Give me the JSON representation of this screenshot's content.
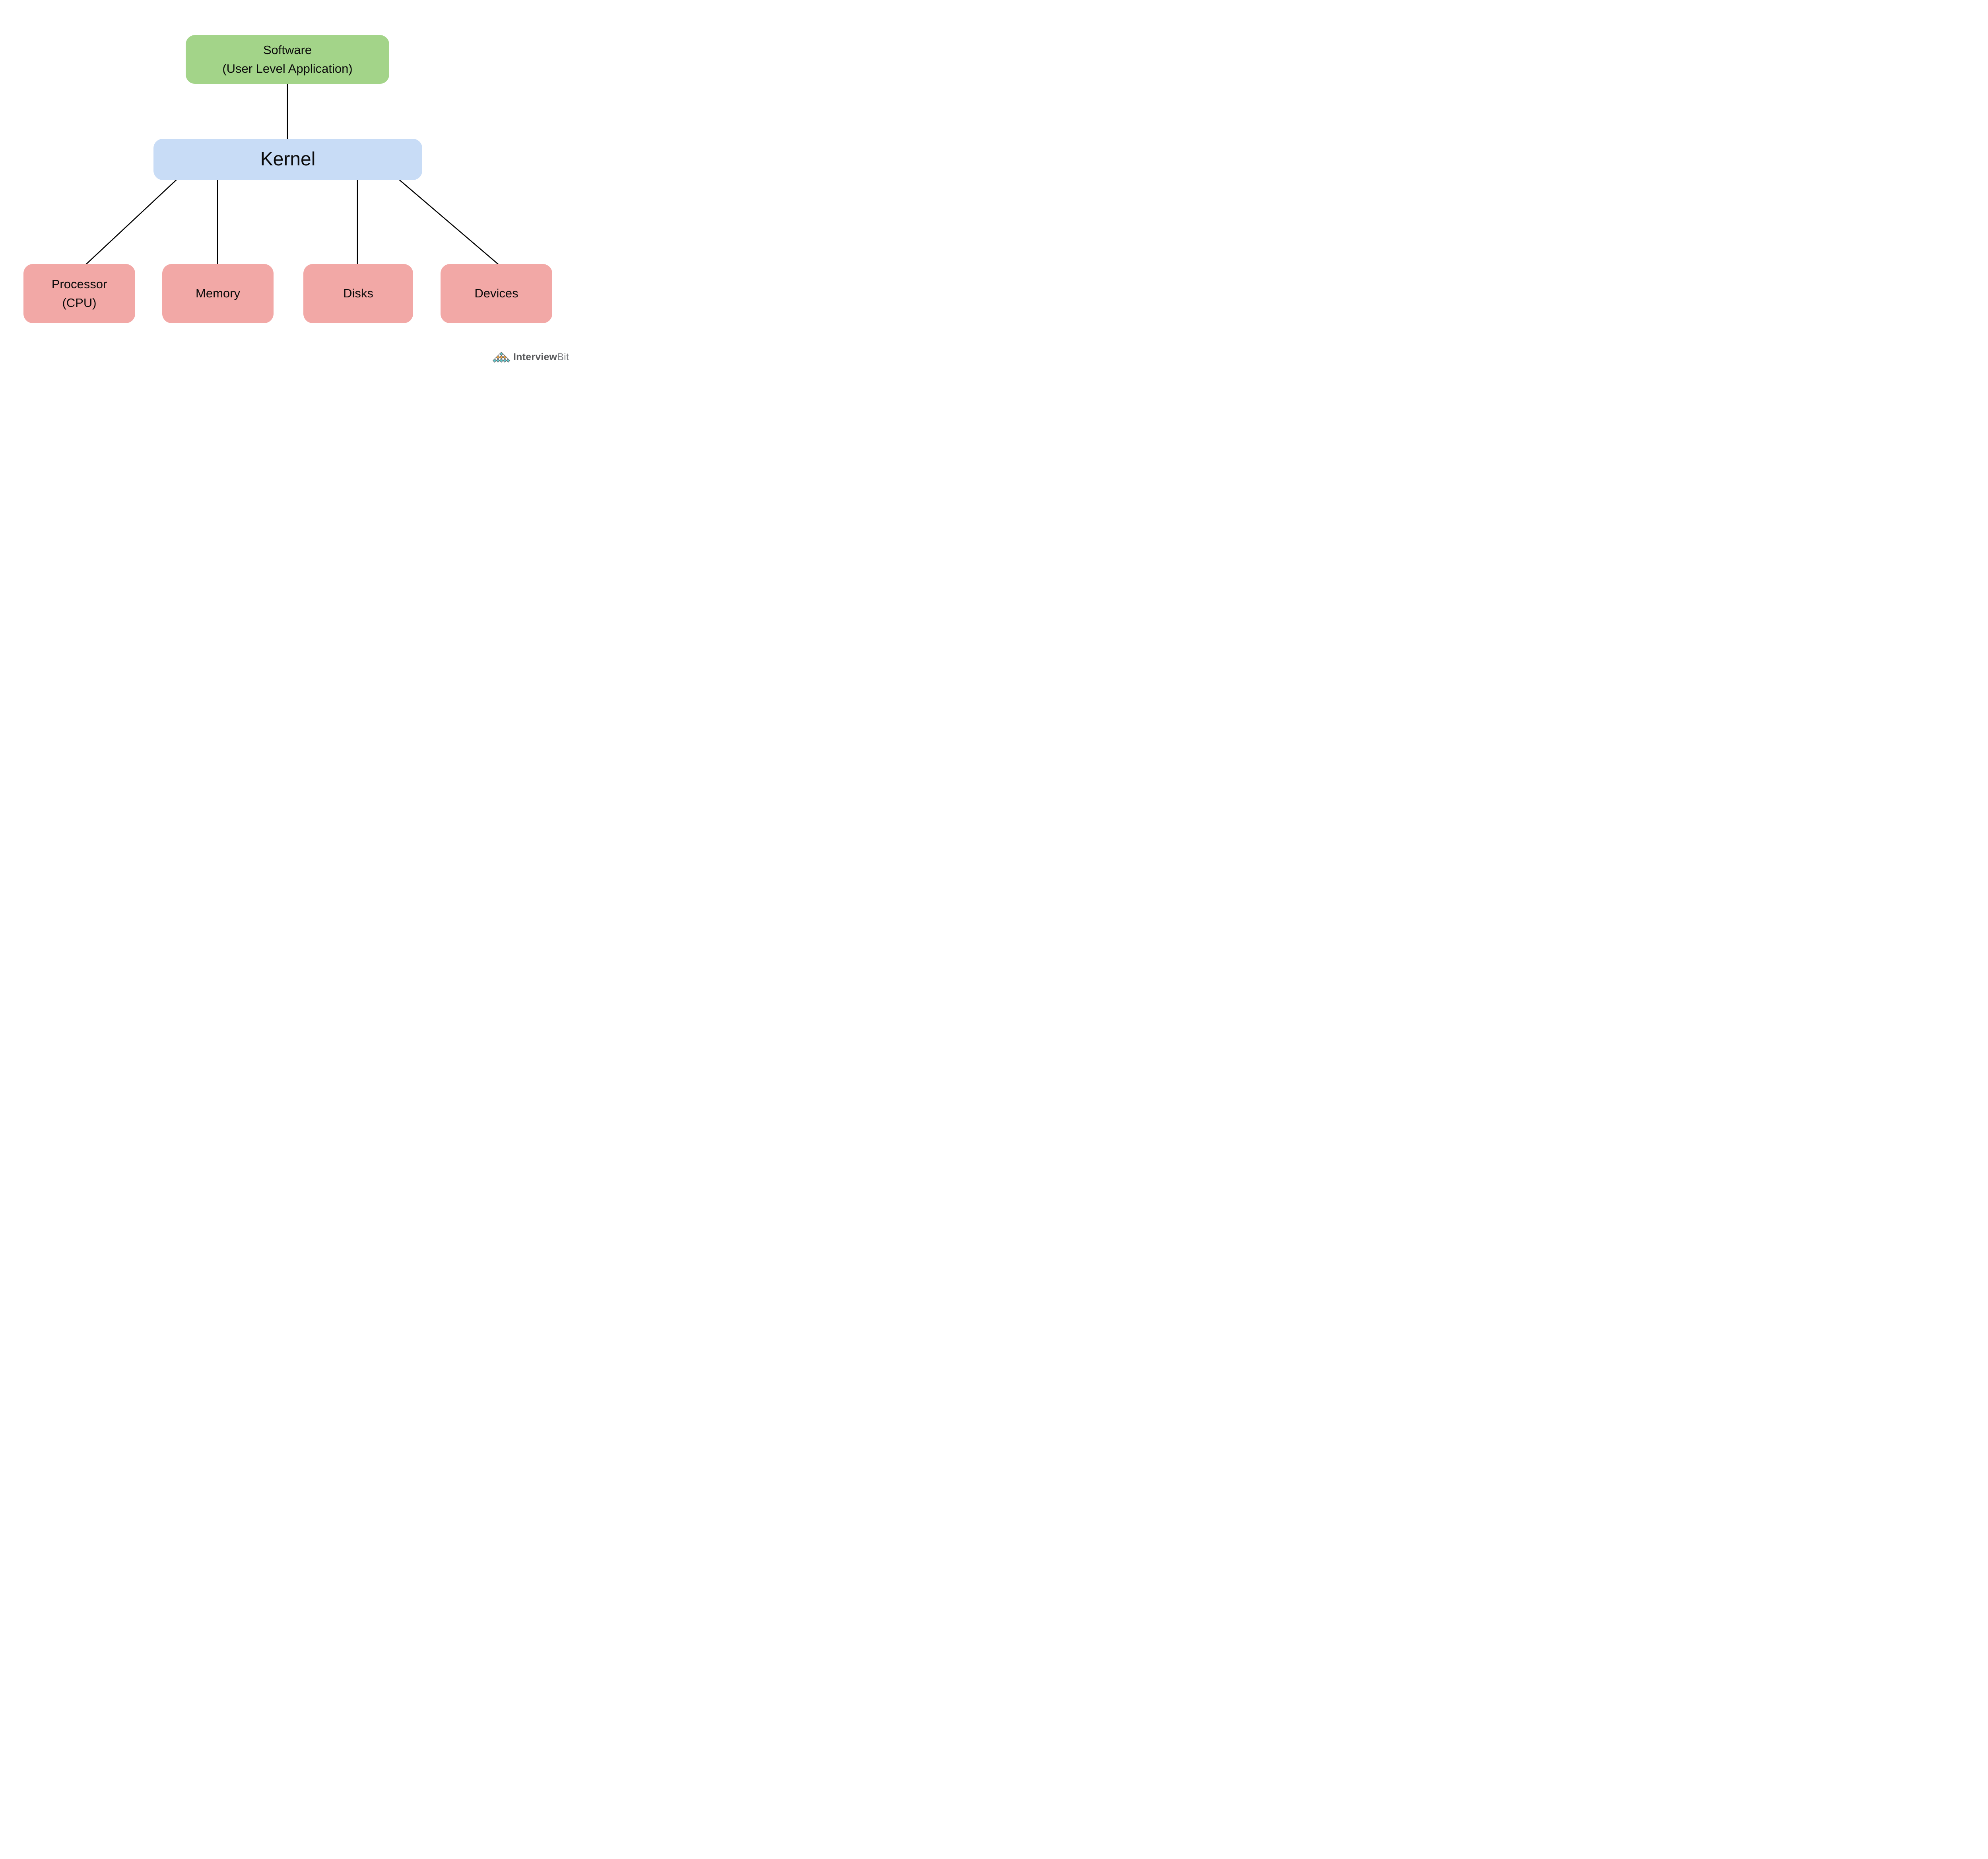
{
  "colors": {
    "background": "#ffffff",
    "node_text": "#0b0b0b",
    "software_fill": "#a3d489",
    "kernel_fill": "#c8dcf6",
    "hardware_fill": "#f2a8a6",
    "edge": "#000000",
    "logo_teal": "#5ec8ce",
    "logo_orange": "#f6a840",
    "logo_white": "#ffffff",
    "logo_outline": "#6a6a6a",
    "logo_text_dark": "#58595b",
    "logo_text_light": "#7d7f83"
  },
  "nodes": {
    "software": {
      "line1": "Software",
      "line2": "(User Level Application)"
    },
    "kernel": {
      "label": "Kernel"
    },
    "processor": {
      "line1": "Processor",
      "line2": "(CPU)"
    },
    "memory": {
      "label": "Memory"
    },
    "disks": {
      "label": "Disks"
    },
    "devices": {
      "label": "Devices"
    }
  },
  "edges": [
    {
      "from": "software",
      "to": "kernel"
    },
    {
      "from": "kernel",
      "to": "processor"
    },
    {
      "from": "kernel",
      "to": "memory"
    },
    {
      "from": "kernel",
      "to": "disks"
    },
    {
      "from": "kernel",
      "to": "devices"
    }
  ],
  "logo": {
    "brand_primary": "Interview",
    "brand_secondary": "Bit"
  }
}
